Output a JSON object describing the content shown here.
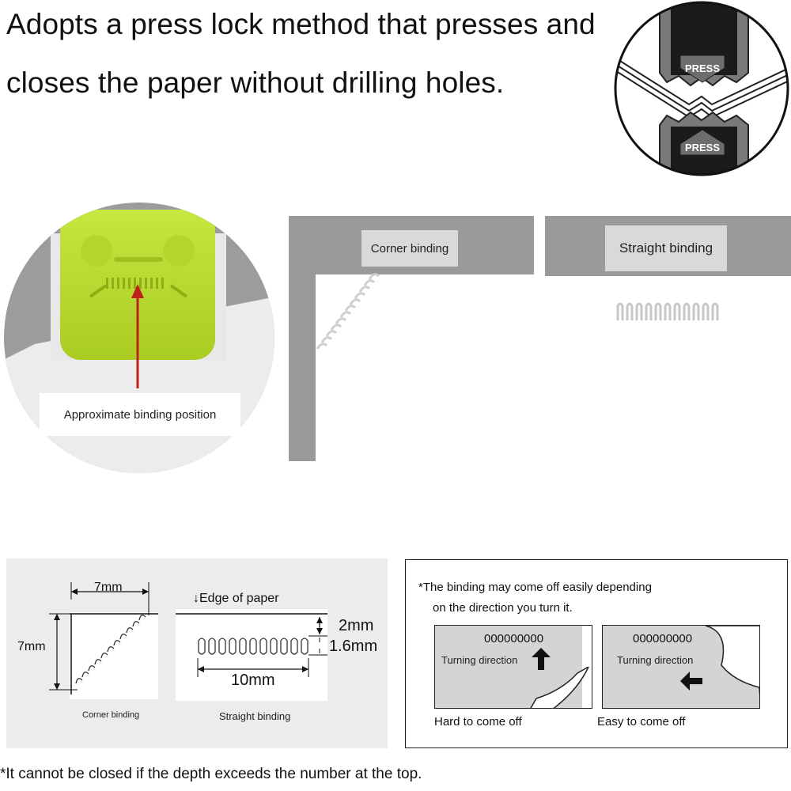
{
  "headline": {
    "line1": "Adopts a press lock method that presses and",
    "line2": "closes the paper without drilling holes."
  },
  "press_diagram": {
    "press_top": "PRESS",
    "press_bottom": "PRESS"
  },
  "stapler_photo": {
    "caption": "Approximate binding position"
  },
  "samples": [
    {
      "label": "Corner binding"
    },
    {
      "label": "Straight binding"
    }
  ],
  "dimensions": {
    "corner": {
      "width": "7mm",
      "height": "7mm",
      "caption": "Corner binding"
    },
    "straight": {
      "edge_label": "↓Edge of paper",
      "depth_outer": "2mm",
      "depth_inner": "1.6mm",
      "length": "10mm",
      "caption": "Straight binding"
    }
  },
  "direction_note": {
    "line1": "*The binding may come off easily depending",
    "line2": "on the direction you turn it.",
    "examples": [
      {
        "number": "000000000",
        "direction_label": "Turning direction",
        "result": "Hard to come off"
      },
      {
        "number": "000000000",
        "direction_label": "Turning direction",
        "result": "Easy to come off"
      }
    ]
  },
  "footnote": "*It cannot be closed if the depth exceeds the number at the top."
}
